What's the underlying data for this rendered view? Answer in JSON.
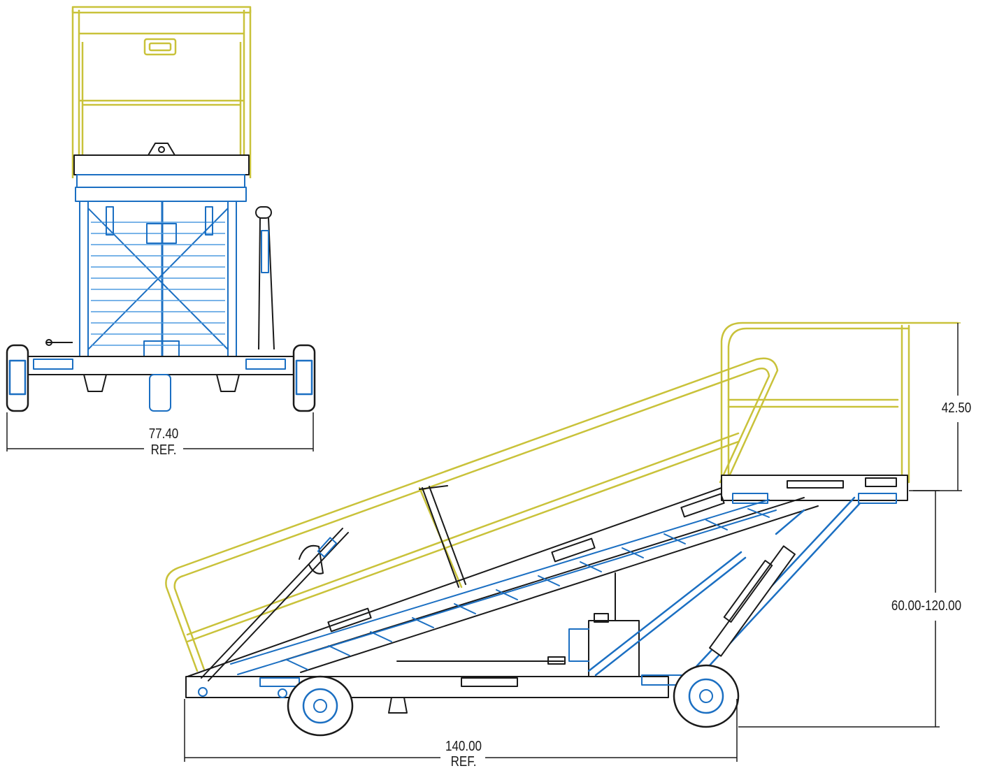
{
  "dimensions": {
    "front_width": {
      "value": "77.40",
      "note": "REF."
    },
    "overall_length": {
      "value": "140.00",
      "note": "REF."
    },
    "rail_height": {
      "value": "42.50"
    },
    "platform_height": {
      "value": "60.00-120.00"
    }
  },
  "colors": {
    "frame": "#1b6fc2",
    "frame_light": "#4f9be0",
    "rail": "#c9c23a",
    "line": "#1a1a1a",
    "tire": "#ffffff"
  }
}
